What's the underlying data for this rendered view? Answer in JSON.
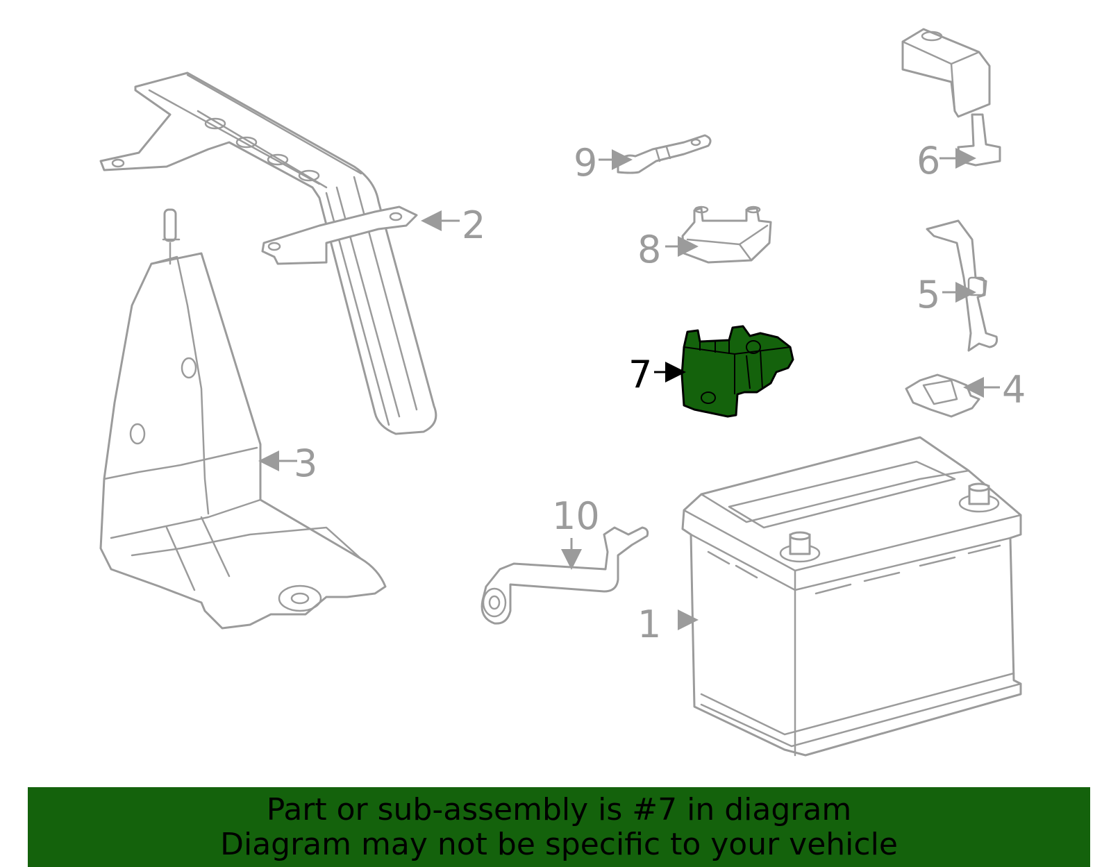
{
  "diagram": {
    "highlight_color": "#14620c",
    "line_color": "#9b9b9b",
    "callouts": [
      {
        "id": "1",
        "label": "1"
      },
      {
        "id": "2",
        "label": "2"
      },
      {
        "id": "3",
        "label": "3"
      },
      {
        "id": "4",
        "label": "4"
      },
      {
        "id": "5",
        "label": "5"
      },
      {
        "id": "6",
        "label": "6"
      },
      {
        "id": "7",
        "label": "7"
      },
      {
        "id": "8",
        "label": "8"
      },
      {
        "id": "9",
        "label": "9"
      },
      {
        "id": "10",
        "label": "10"
      }
    ],
    "highlighted_part": "7"
  },
  "banner": {
    "line1": "Part or sub-assembly is #7 in diagram",
    "line2": "Diagram may not be specific to your vehicle"
  }
}
